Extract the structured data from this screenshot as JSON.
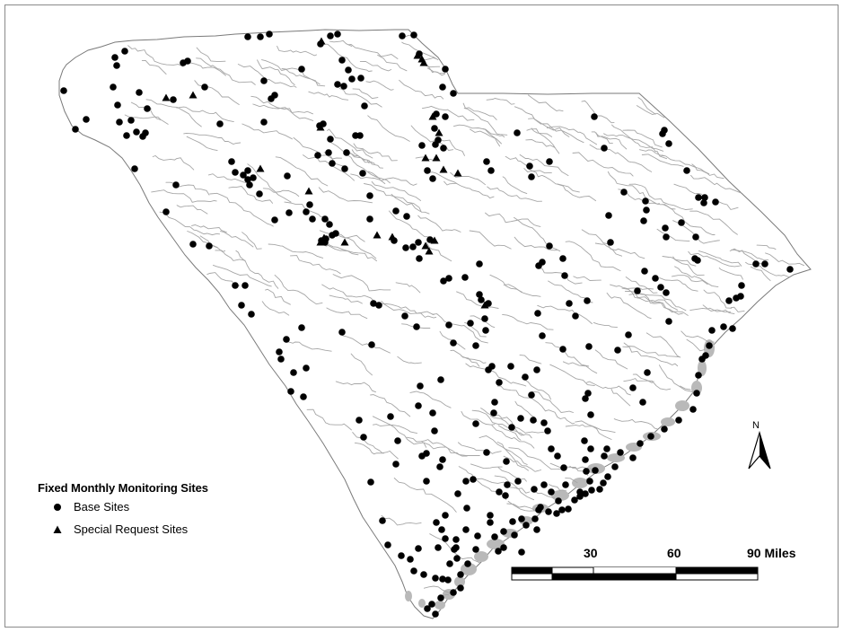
{
  "legend": {
    "title": "Fixed Monthly Monitoring Sites",
    "items": [
      {
        "label": "Base Sites",
        "symbol": "circle"
      },
      {
        "label": "Special Request Sites",
        "symbol": "triangle"
      }
    ]
  },
  "scale_bar": {
    "labels": [
      "30",
      "60",
      "90 Miles"
    ]
  },
  "north_arrow": {
    "label": "N"
  },
  "colors": {
    "state_outline": "#7a7a7a",
    "rivers": "#a6a6a6",
    "estuary": "#b9b9b9",
    "sites": "#000000"
  }
}
